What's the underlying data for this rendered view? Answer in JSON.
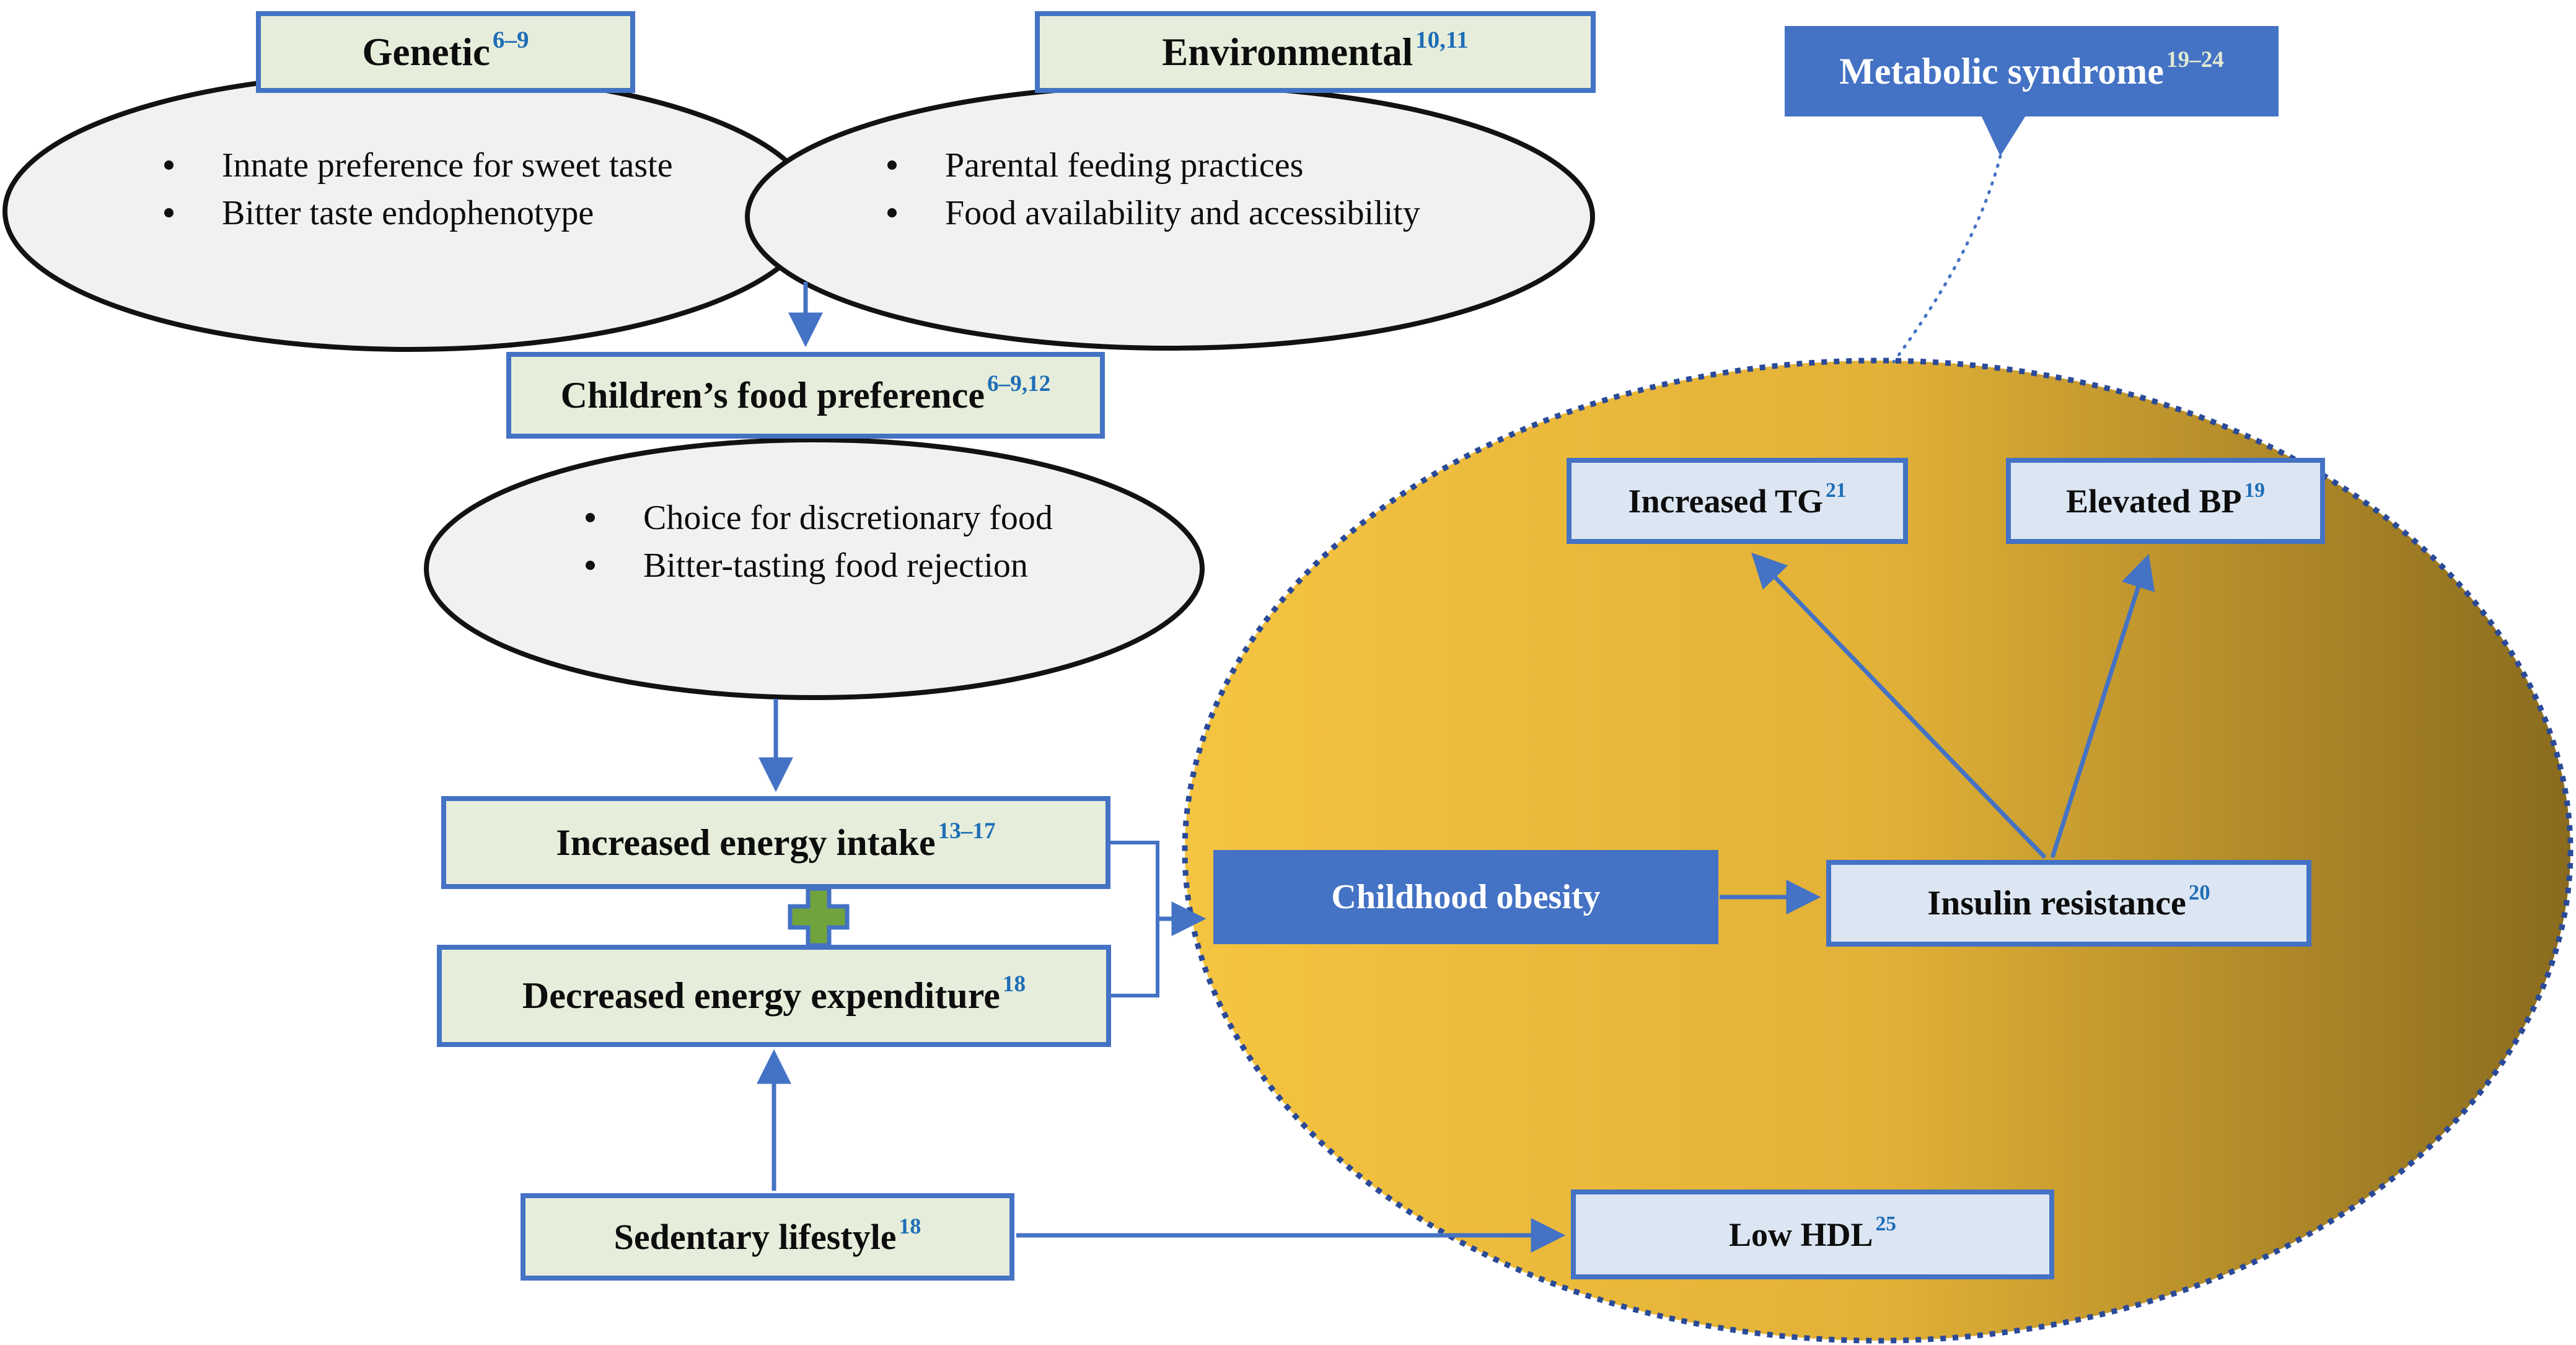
{
  "figure": {
    "description_domain": "flow diagram of childhood obesity pathways"
  },
  "colors": {
    "background": "#FFFFFF",
    "accent_blue": "#4472C4",
    "connector": "#4472C4",
    "solid_blue_fill": "#4472C4",
    "green_fill": "#E6EEDB",
    "lightblue_fill": "#DCE6F2",
    "gray_fill": "#F1F1F1",
    "ellipse_stroke": "#121212",
    "sup_blue": "#1F6DB6",
    "sup_on_blue": "#DFE9D2",
    "gold_left": "#F5C440",
    "gold_mid": "#E2B137",
    "gold_right": "#8A6B1E",
    "gold_dash": "#2A4A99",
    "plus_green": "#71A33C",
    "text_black": "#0D0D0D",
    "text_white": "#FFFFFF"
  },
  "icons": {
    "plus": "+",
    "bullet": "●"
  },
  "nodes": {
    "genetic": {
      "label": "Genetic",
      "sup": "6–9",
      "bullets": [
        "Innate preference for sweet taste",
        "Bitter taste endophenotype"
      ]
    },
    "environmental": {
      "label": "Environmental",
      "sup": "10,11",
      "bullets": [
        "Parental feeding practices",
        "Food availability and accessibility"
      ]
    },
    "metabolic_syndrome": {
      "label": "Metabolic syndrome",
      "sup": "19–24"
    },
    "childrens_food_preference": {
      "label": "Children’s food preference",
      "sup": "6–9,12",
      "bullets": [
        "Choice for discretionary food",
        "Bitter-tasting food rejection"
      ]
    },
    "increased_energy_intake": {
      "label": "Increased energy intake",
      "sup": "13–17"
    },
    "decreased_energy_expenditure": {
      "label": "Decreased energy expenditure",
      "sup": "18"
    },
    "sedentary_lifestyle": {
      "label": "Sedentary lifestyle",
      "sup": "18"
    },
    "childhood_obesity": {
      "label": "Childhood obesity"
    },
    "insulin_resistance": {
      "label": "Insulin resistance",
      "sup": "20"
    },
    "increased_tg": {
      "label": "Increased TG",
      "sup": "21"
    },
    "elevated_bp": {
      "label": "Elevated BP",
      "sup": "19"
    },
    "low_hdl": {
      "label": "Low HDL",
      "sup": "25"
    }
  }
}
